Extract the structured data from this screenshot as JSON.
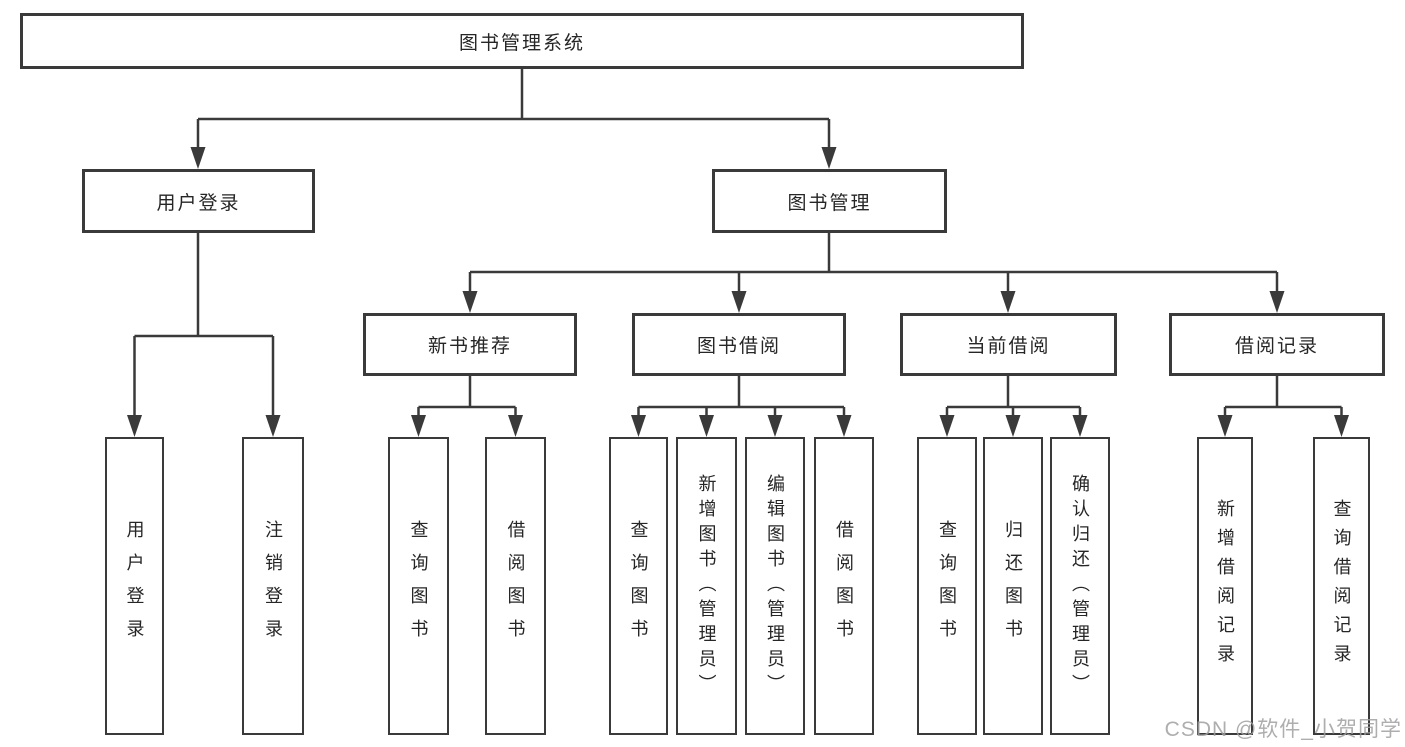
{
  "diagram": {
    "type": "hierarchy-tree",
    "root": {
      "label": "图书管理系统",
      "children": [
        {
          "label": "用户登录",
          "children": [
            {
              "label": "用户登录"
            },
            {
              "label": "注销登录"
            }
          ]
        },
        {
          "label": "图书管理",
          "children": [
            {
              "label": "新书推荐",
              "children": [
                {
                  "label": "查询图书"
                },
                {
                  "label": "借阅图书"
                }
              ]
            },
            {
              "label": "图书借阅",
              "children": [
                {
                  "label": "查询图书"
                },
                {
                  "label": "新增图书（管理员）"
                },
                {
                  "label": "编辑图书（管理员）"
                },
                {
                  "label": "借阅图书"
                }
              ]
            },
            {
              "label": "当前借阅",
              "children": [
                {
                  "label": "查询图书"
                },
                {
                  "label": "归还图书"
                },
                {
                  "label": "确认归还（管理员）"
                }
              ]
            },
            {
              "label": "借阅记录",
              "children": [
                {
                  "label": "新增借阅记录"
                },
                {
                  "label": "查询借阅记录"
                }
              ]
            }
          ]
        }
      ]
    },
    "colors": {
      "line": "#3a3a3a",
      "box_border": "#3a3a3a",
      "box_fill": "#ffffff",
      "text": "#262626",
      "watermark": "#a0a0a0",
      "background": "#ffffff"
    }
  },
  "watermark": {
    "text": "CSDN @软件_小贺同学"
  }
}
